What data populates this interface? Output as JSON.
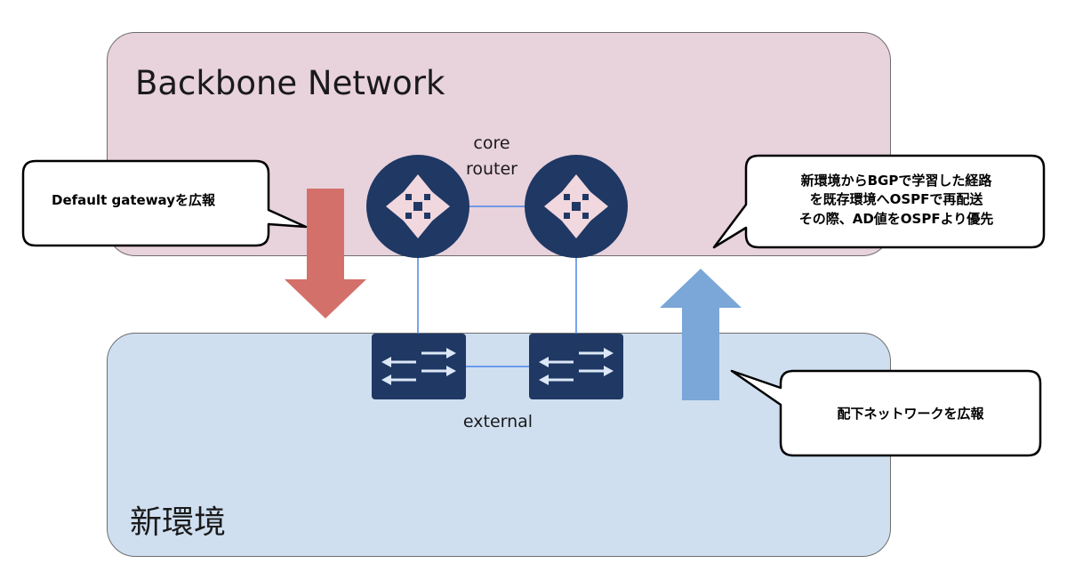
{
  "zones": {
    "backbone": {
      "title": "Backbone Network",
      "color": "#e8d2dc"
    },
    "new_env": {
      "title": "新環境",
      "color": "#cfdff0"
    }
  },
  "nodes": {
    "core_label": "core\nrouter",
    "external_label": "external",
    "router_icon": "router-icon",
    "switch_icon": "switch-icon",
    "device_color": "#1f3864"
  },
  "arrows": {
    "down_color": "#d4706a",
    "up_color": "#7aa6d8",
    "link_color": "#4a86e8"
  },
  "callouts": {
    "left": "Default gatewayを広報",
    "right_top": "新環境からBGPで学習した経路\nを既存環境へOSPFで再配送\nその際、AD値をOSPFより優先",
    "right_bottom": "配下ネットワークを広報"
  }
}
